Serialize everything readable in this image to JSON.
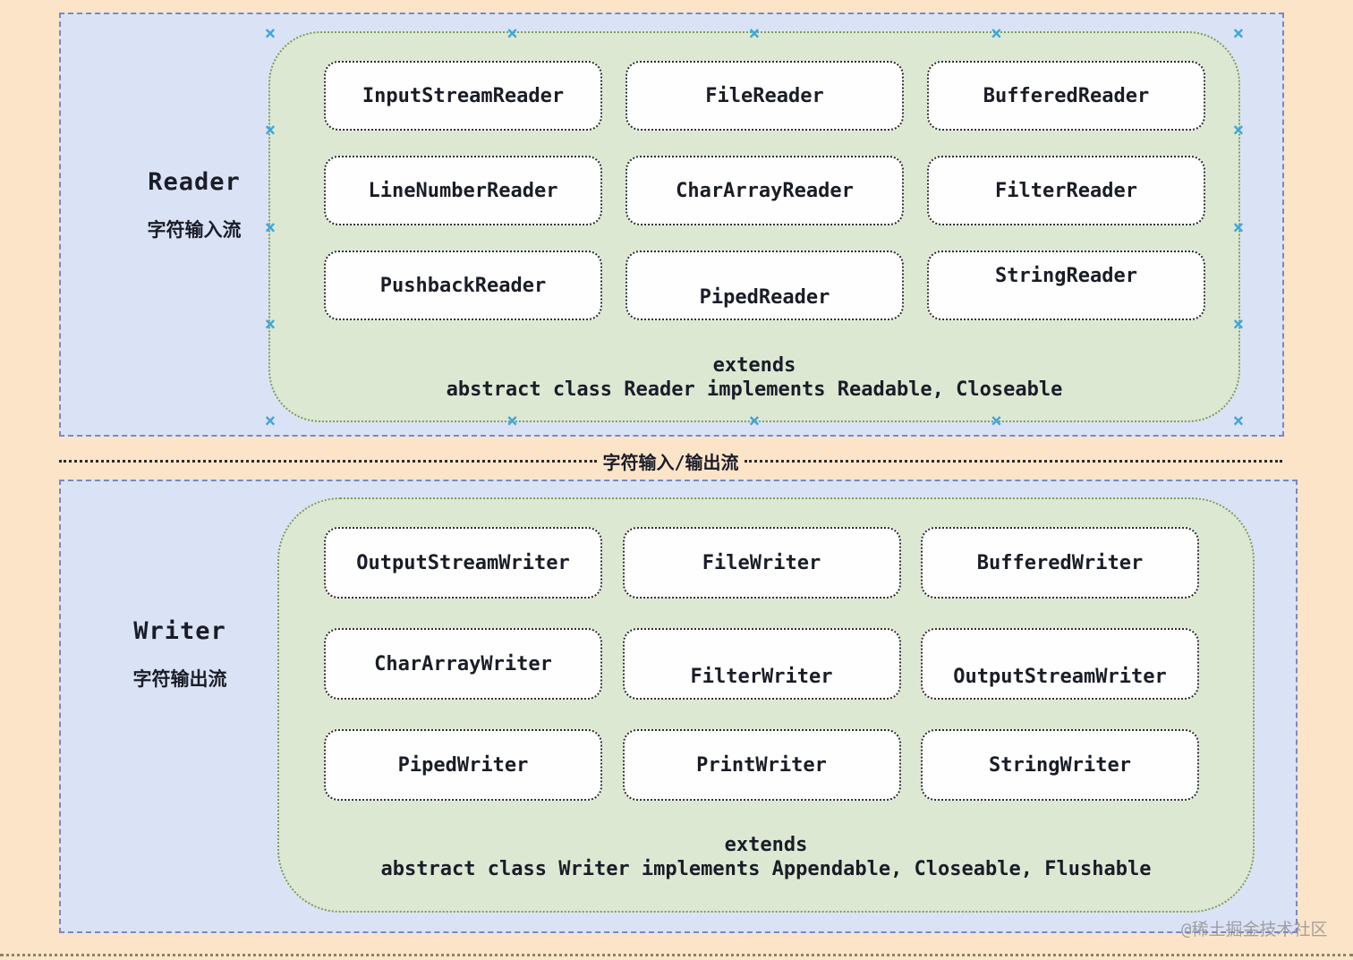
{
  "divider": {
    "label": "字符输入/输出流"
  },
  "watermark": "@稀土掘金技术社区",
  "reader": {
    "title": "Reader",
    "subtitle": "字符输入流",
    "rows": [
      [
        "InputStreamReader",
        "FileReader",
        "BufferedReader"
      ],
      [
        "LineNumberReader",
        "CharArrayReader",
        "FilterReader"
      ],
      [
        "PushbackReader",
        "PipedReader",
        "StringReader"
      ]
    ],
    "extends_label": "extends",
    "abstract_line": "abstract class Reader implements Readable, Closeable"
  },
  "writer": {
    "title": "Writer",
    "subtitle": "字符输出流",
    "rows": [
      [
        "OutputStreamWriter",
        "FileWriter",
        "BufferedWriter"
      ],
      [
        "CharArrayWriter",
        "FilterWriter",
        "OutputStreamWriter"
      ],
      [
        "PipedWriter",
        "PrintWriter",
        "StringWriter"
      ]
    ],
    "extends_label": "extends",
    "abstract_line": "abstract class Writer implements Appendable, Closeable, Flushable"
  },
  "colors": {
    "background": "#fce4c9",
    "panel_fill": "#dae3f5",
    "panel_border": "#7b87c3",
    "group_fill": "#dde8d3",
    "group_border": "#7d9b6a",
    "card_fill": "#fefefe",
    "card_border": "#2e2e2e",
    "text": "#1a1d28",
    "selection_handle": "#3ea7db",
    "watermark_text": "#8f8f8f",
    "handle_glyph": "×"
  }
}
